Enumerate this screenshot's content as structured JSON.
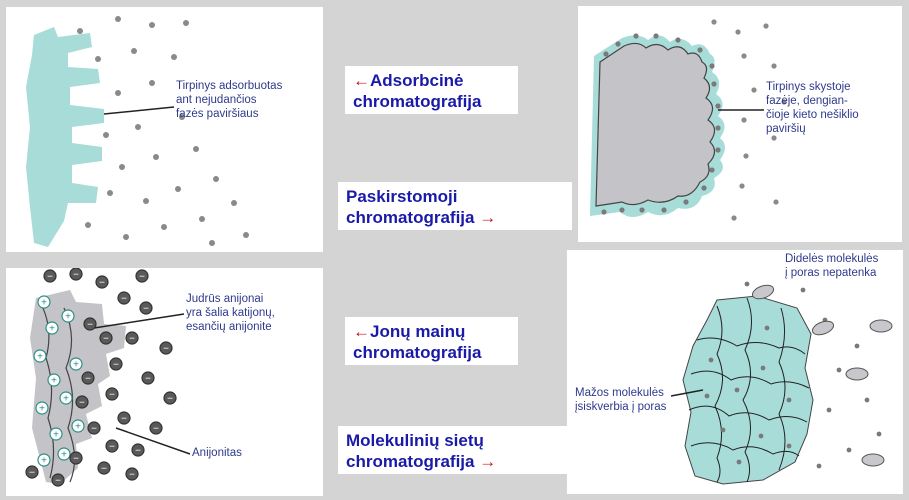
{
  "colors": {
    "background": "#d4d4d4",
    "stationary_phase": "#a8dcd8",
    "solid_support": "#c4c4c8",
    "label_text": "#1a1aa8",
    "arrow": "#c1121f",
    "note_text": "#2e3a8c"
  },
  "panels": {
    "adsorption": {
      "note_lines": [
        "Tirpinys adsorbuotas",
        "ant nejudančios",
        "fazės paviršiaus"
      ]
    },
    "partition": {
      "note_lines": [
        "Tirpinys skystoje",
        "fazėje, dengian-",
        "čioje kieto nešiklio",
        "paviršių"
      ]
    },
    "ion_exchange": {
      "note_lines": [
        "Judrūs anijonai",
        "yra šalia katijonų,",
        "esančių anijonite"
      ],
      "note2": "Anijonitas",
      "cation_symbol": "+",
      "anion_symbol": "−"
    },
    "molecular_sieve": {
      "note_top_lines": [
        "Didelės molekulės",
        "į poras nepatenka"
      ],
      "note_left_lines": [
        "Mažos molekulės",
        "įsiskverbia į poras"
      ]
    }
  },
  "labels": {
    "adsorption": {
      "arrow": "←",
      "line1": "Adsorbcinė",
      "line2": "chromatografija",
      "arrow_dir": "left"
    },
    "partition": {
      "line1": "Paskirstomoji",
      "line2": "chromatografija",
      "arrow": "→",
      "arrow_dir": "right"
    },
    "ion_exchange": {
      "arrow": "←",
      "line1": "Jonų mainų",
      "line2": "chromatografija",
      "arrow_dir": "left"
    },
    "molecular_sieve": {
      "line1": "Molekulinių sietų",
      "line2": "chromatografija",
      "arrow": "→",
      "arrow_dir": "right"
    }
  }
}
